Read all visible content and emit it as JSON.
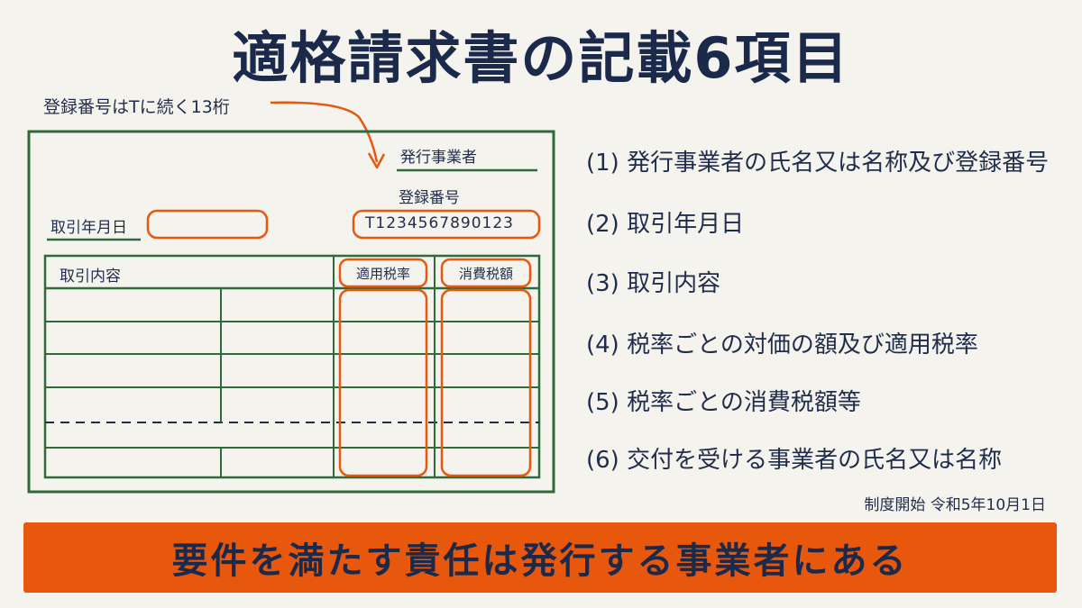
{
  "title": "適格請求書の記載6項目",
  "annotation": "登録番号はTに続く13桁",
  "invoice": {
    "issuer_label": "発行事業者",
    "reg_label": "登録番号",
    "reg_number": "T1234567890123",
    "date_label": "取引年月日",
    "content_label": "取引内容",
    "tax_rate_label": "適用税率",
    "tax_amount_label": "消費税額"
  },
  "items": [
    "(1) 発行事業者の氏名又は名称及び登録番号",
    "(2) 取引年月日",
    "(3) 取引内容",
    "(4) 税率ごとの対価の額及び適用税率",
    "(5) 税率ごとの消費税額等",
    "(6) 交付を受ける事業者の氏名又は名称"
  ],
  "effective_date": "制度開始 令和5年10月1日",
  "banner": "要件を満たす責任は発行する事業者にある",
  "colors": {
    "green": "#2e6b3a",
    "orange": "#e8580c",
    "navy": "#1b2a4a"
  }
}
